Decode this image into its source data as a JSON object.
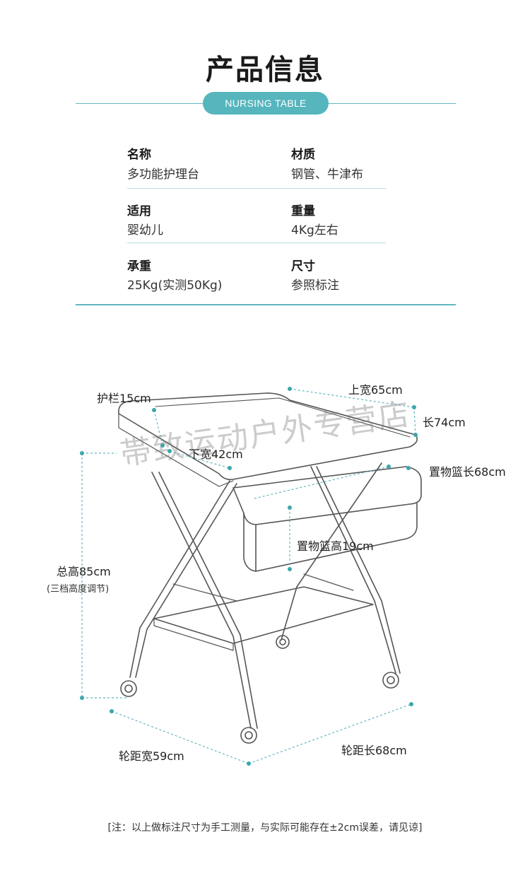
{
  "header": {
    "title": "产品信息",
    "badge": "NURSING TABLE"
  },
  "specs": [
    {
      "label": "名称",
      "value": "多功能护理台"
    },
    {
      "label": "材质",
      "value": "钢管、牛津布"
    },
    {
      "label": "适用",
      "value": "婴幼儿"
    },
    {
      "label": "重量",
      "value": "4Kg左右"
    },
    {
      "label": "承重",
      "value": "25Kg(实测50Kg)"
    },
    {
      "label": "尺寸",
      "value": "参照标注"
    }
  ],
  "dimensions": {
    "rail": "护栏15cm",
    "top_width": "上宽65cm",
    "length": "长74cm",
    "lower_width": "下宽42cm",
    "basket_length": "置物篮长68cm",
    "basket_height": "置物篮高19cm",
    "total_height": "总高85cm",
    "total_height_note": "(三档高度调节)",
    "wheel_width": "轮距宽59cm",
    "wheel_length": "轮距长68cm"
  },
  "watermark": "帯致运动户外专营店",
  "footnote": "[注：以上做标注尺寸为手工测量，与实际可能存在±2cm误差，请见谅]",
  "colors": {
    "accent": "#56b5bd",
    "line": "#5fb8c0",
    "dot": "#3aa7ad"
  }
}
